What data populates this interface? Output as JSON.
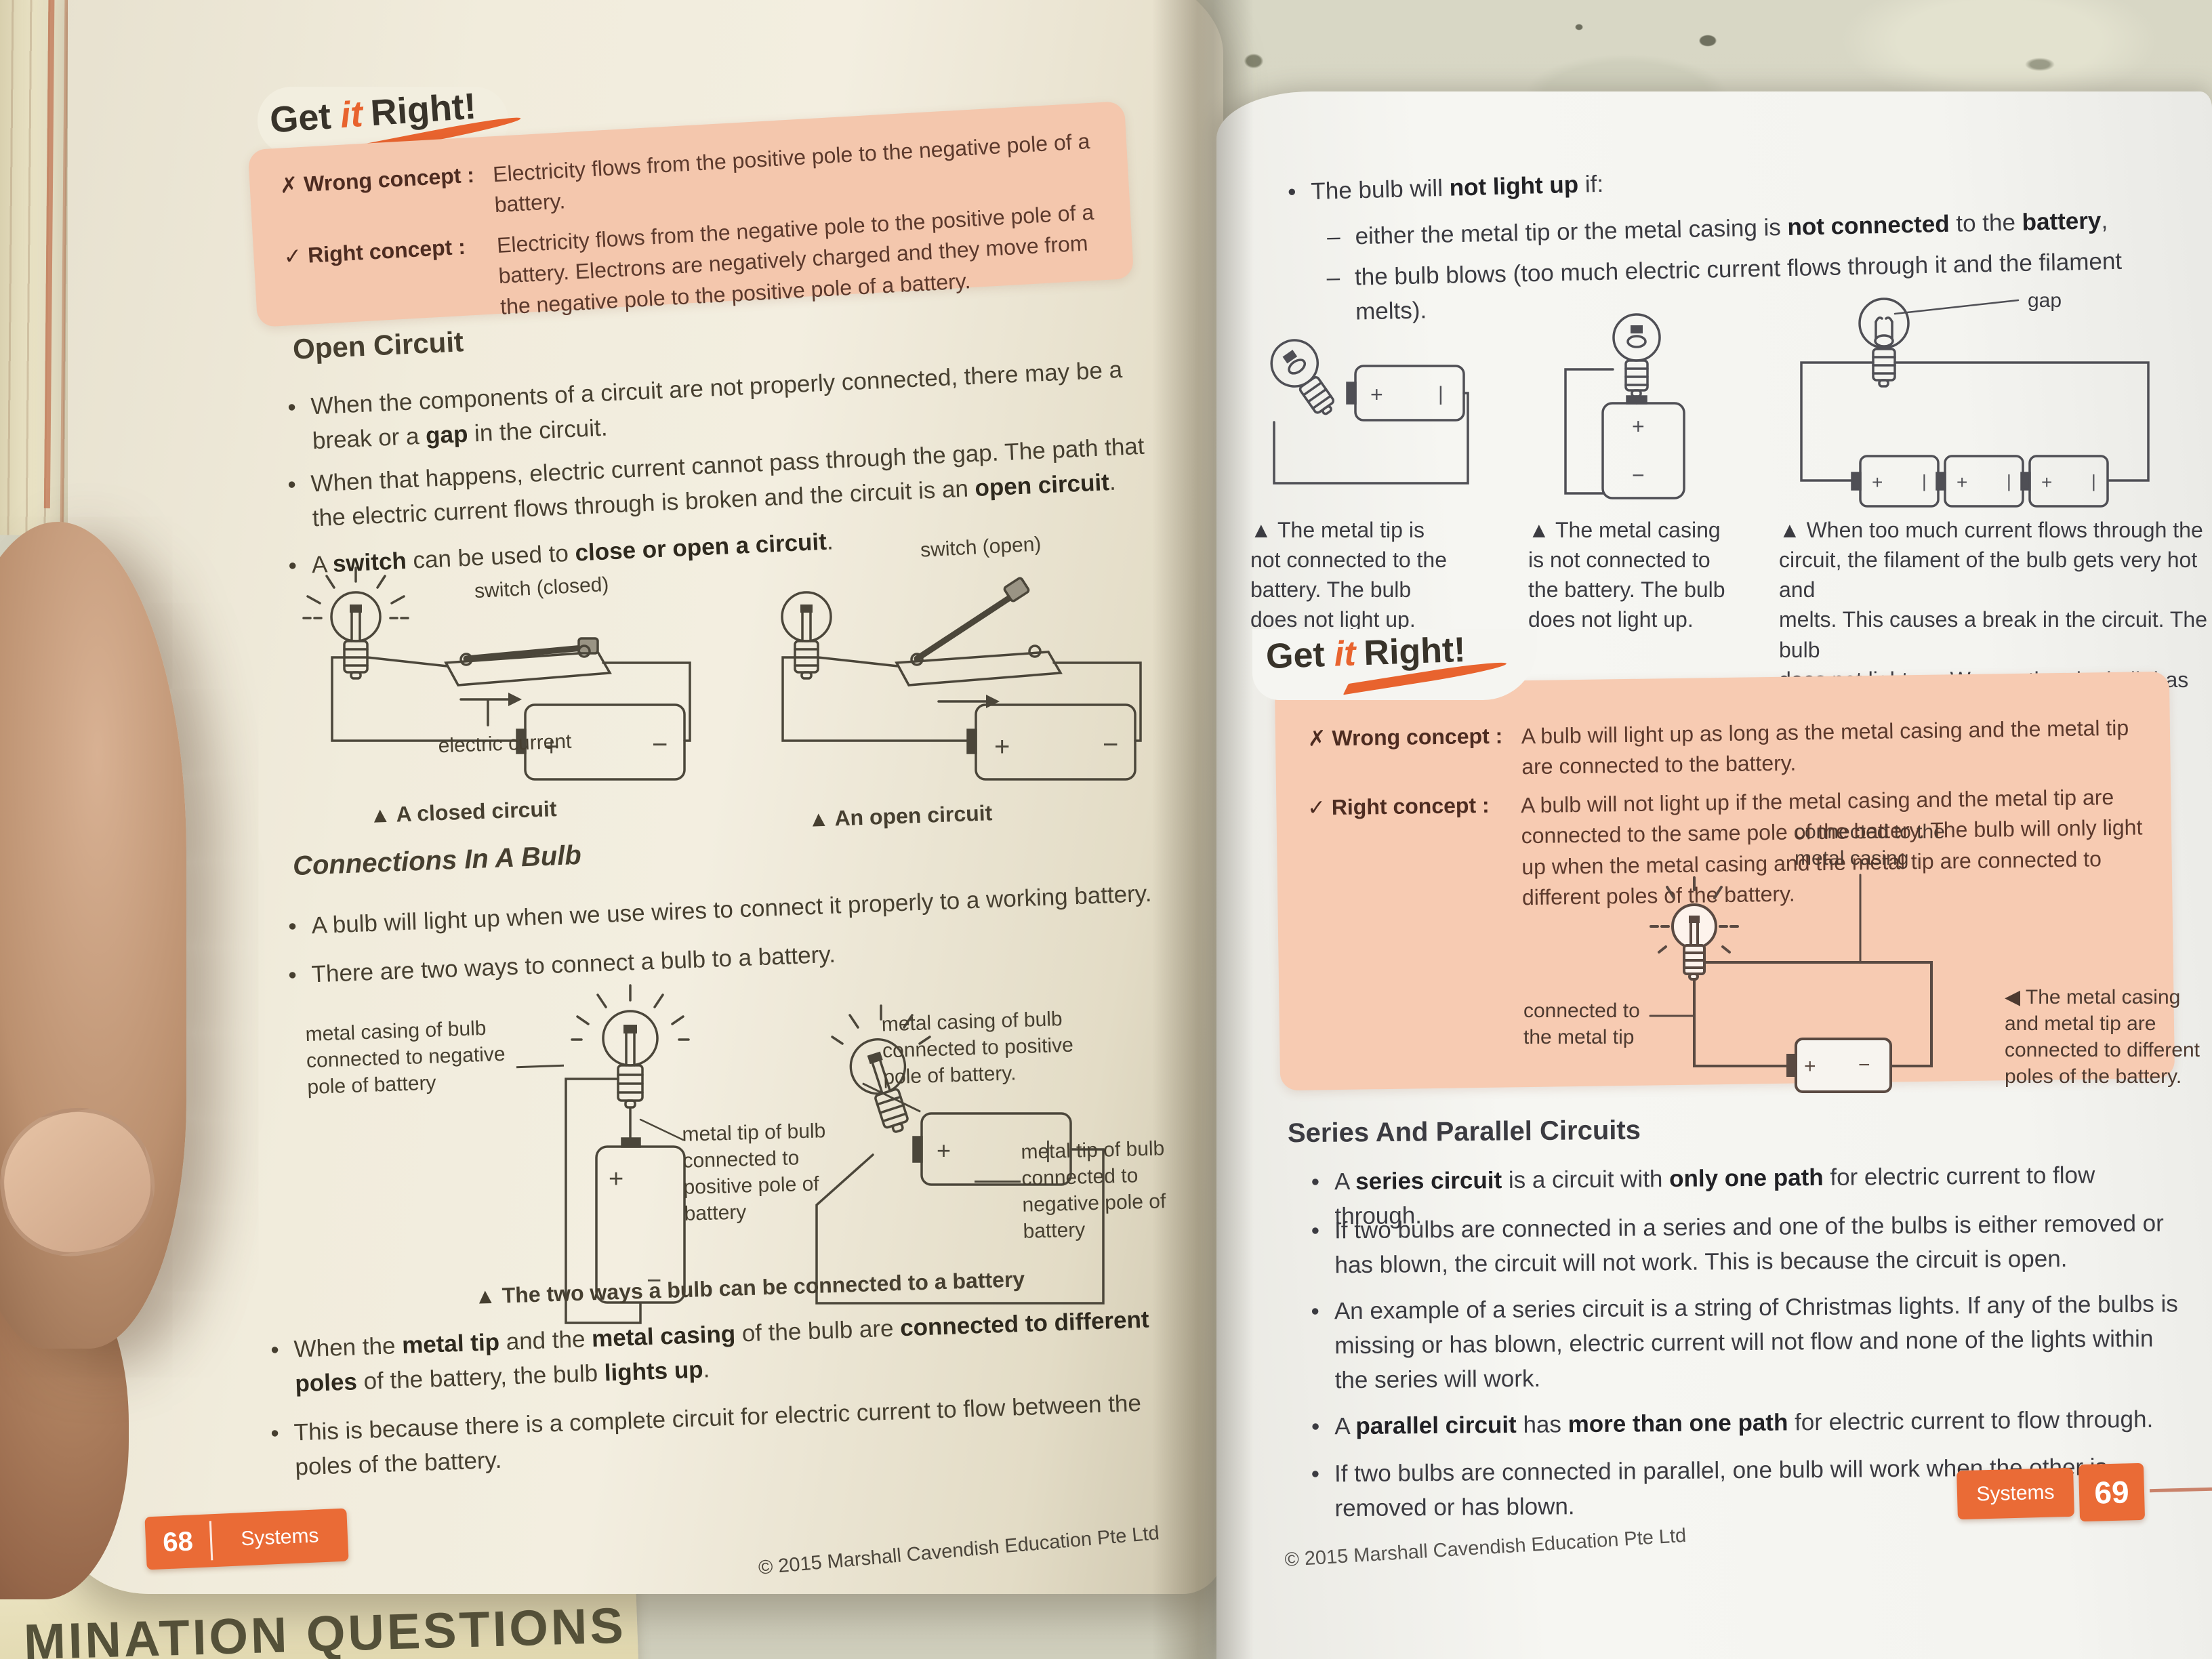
{
  "glyphs": {
    "bullet": "•",
    "dash": "–",
    "plus": "+",
    "minus": "−",
    "bar": "|"
  },
  "colors": {
    "accent_orange": "#e8632e",
    "badge_orange": "#ea6b36",
    "salmon_box": "#f4c7ad",
    "page_left": "#f1ecdc",
    "page_right": "#f4f4f0"
  },
  "logo": {
    "get": "Get",
    "it": "it",
    "right": "Right!"
  },
  "left_page": {
    "concept_box": {
      "wrong_label": "✗ Wrong concept :",
      "wrong_text": "Electricity flows from the positive pole to the negative pole of a battery.",
      "right_label": "✓ Right concept :",
      "right_text": "Electricity flows from the negative pole to the positive pole of a battery. Electrons are negatively charged and they move from the negative pole to the positive pole of a battery."
    },
    "open_circuit": {
      "heading": "Open Circuit",
      "b1": [
        "When the components of a circuit are not properly connected, there may be a break or a ",
        "gap",
        " in the circuit."
      ],
      "b2": [
        "When that happens, electric current cannot pass through the gap. The path that the electric current flows through is broken and the circuit is an ",
        "open circuit",
        "."
      ],
      "b3": [
        "A ",
        "switch",
        " can be used to ",
        "close or open a circuit",
        "."
      ],
      "switch_closed_label": "switch (closed)",
      "electric_current_label": "electric current",
      "closed_caption": "▲ A closed circuit",
      "switch_open_label": "switch (open)",
      "open_caption": "▲ An open circuit"
    },
    "connections": {
      "heading": "Connections In A Bulb",
      "b1": "A bulb will light up when we use wires to connect it properly to a working battery.",
      "b2": "There are two ways to connect a bulb to a battery.",
      "label_casing_negative": "metal casing of bulb\nconnected to negative\npole of battery",
      "label_tip_positive": "metal tip of bulb\nconnected to\npositive pole of\nbattery",
      "label_casing_positive": "metal casing of bulb\nconnected to positive\npole of battery.",
      "label_tip_negative": "metal tip of bulb\nconnected to\nnegative pole of\nbattery",
      "caption": "▲ The two ways a bulb can be connected to a battery",
      "b3": [
        "When the ",
        "metal tip",
        " and the ",
        "metal casing",
        " of the bulb are ",
        "connected to different poles",
        " of the battery, the bulb ",
        "lights up",
        "."
      ],
      "b4": "This is because there is a complete circuit for electric current to flow between the poles of the battery."
    },
    "footer": {
      "page_number": "68",
      "section": "Systems",
      "copyright": "© 2015 Marshall Cavendish Education Pte Ltd"
    }
  },
  "right_page": {
    "not_light": {
      "b1": [
        "The bulb will ",
        "not light up",
        " if:"
      ],
      "sub1": [
        "either the metal tip or the metal casing is ",
        "not connected",
        " to the ",
        "battery",
        ","
      ],
      "sub2": "the bulb blows (too much electric current flows through it and the filament melts).",
      "gap_label": "gap",
      "caption1": "▲ The metal tip is\nnot connected to the\nbattery. The bulb\ndoes not light up.",
      "caption2": "▲ The metal casing\nis not connected to\nthe battery. The bulb\ndoes not light up.",
      "caption3": "▲ When too much current flows through the\ncircuit, the filament of the bulb gets very hot and\nmelts. This causes a break in the circuit. The bulb\ndoes not light up. We say that the bulb has blown."
    },
    "concept_box": {
      "wrong_label": "✗ Wrong concept :",
      "wrong_text": "A bulb will light up as long as the metal casing and the metal tip are connected to the battery.",
      "right_label": "✓ Right concept :",
      "right_text": "A bulb will not light up if the metal casing and the metal tip are connected to the same pole of the battery. The bulb will only light up when the metal casing and the metal tip are connected to different poles of the battery.",
      "label_casing": "connected to the\nmetal casing",
      "label_tip": "connected to\nthe metal tip",
      "diagram_caption": "◀ The metal casing\nand metal tip are\nconnected to different\npoles of the battery."
    },
    "series_parallel": {
      "heading": "Series And Parallel Circuits",
      "s1": [
        "A ",
        "series circuit",
        " is a circuit with ",
        "only one path",
        " for electric current to flow through."
      ],
      "s2": "If two bulbs are connected in a series and one of the bulbs is either removed or has blown, the circuit will not work. This is because the circuit is open.",
      "s3": "An example of a series circuit is a string of Christmas lights. If any of the bulbs is missing or has blown, electric current will not flow and none of the lights within the series will work.",
      "s4": [
        "A ",
        "parallel circuit",
        " has ",
        "more than one path",
        " for electric current to flow through."
      ],
      "s5": "If two bulbs are connected in parallel, one bulb will work when the other is removed or has blown."
    },
    "footer": {
      "copyright": "© 2015 Marshall Cavendish Education Pte Ltd",
      "section": "Systems",
      "page_number": "69"
    }
  },
  "background": {
    "behind_book_text": "MINATION QUESTIONS"
  }
}
